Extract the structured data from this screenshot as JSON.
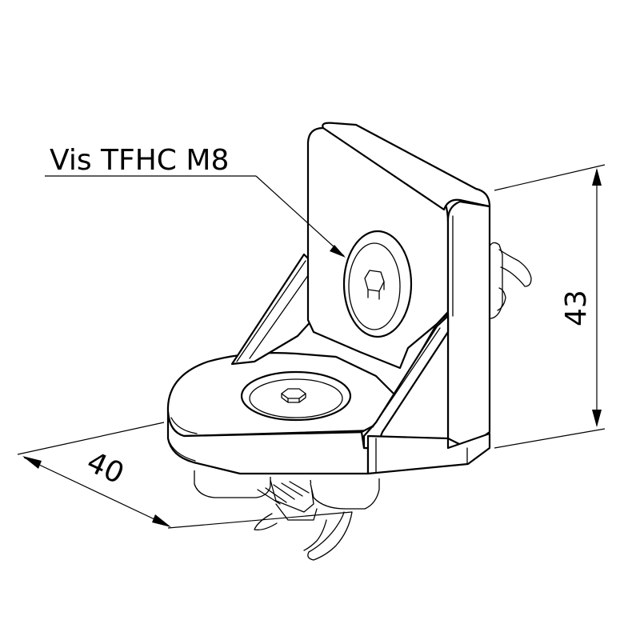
{
  "callout": {
    "label": "Vis TFHC M8"
  },
  "dimensions": {
    "height": "43",
    "width": "40"
  }
}
